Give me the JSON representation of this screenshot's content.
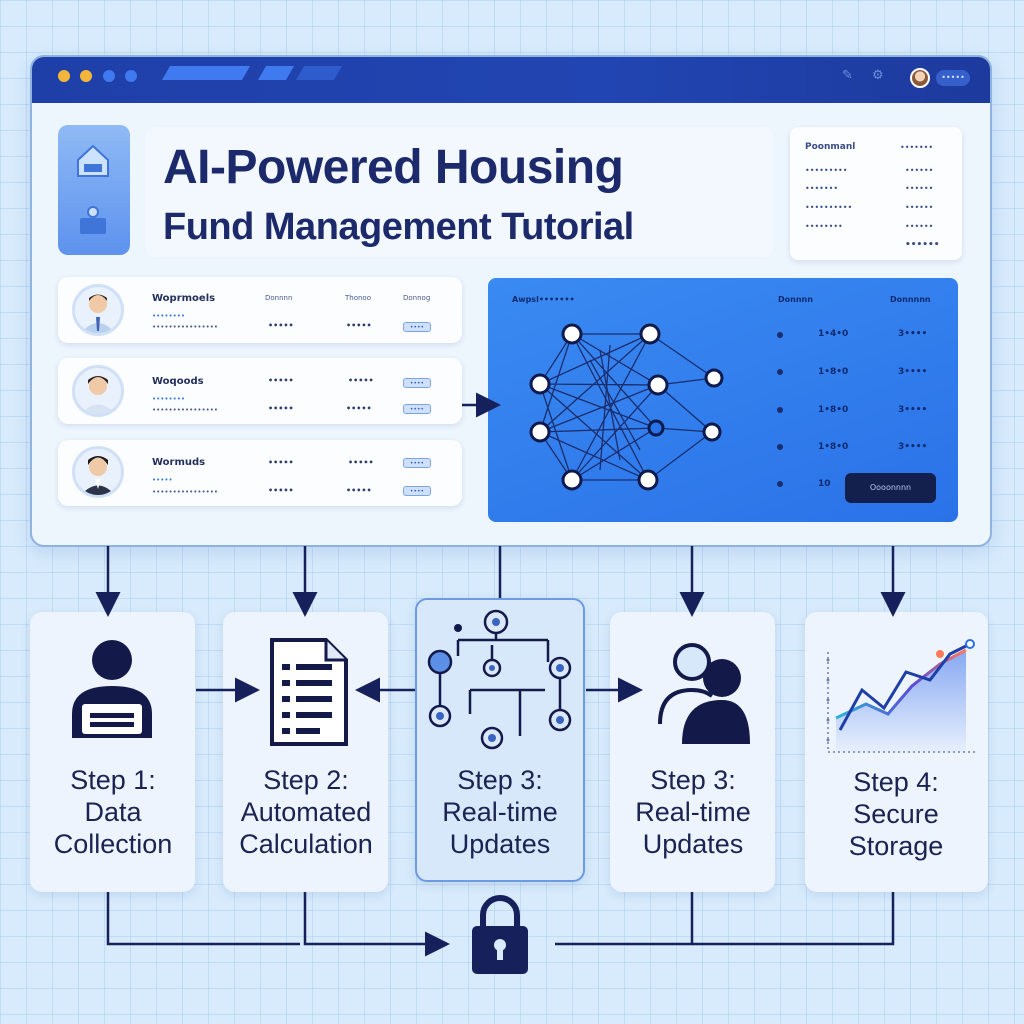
{
  "title": {
    "line1": "AI-Powered Housing",
    "line2": "Fund Management Tutorial"
  },
  "titlebar": {
    "search_badge": "•••••",
    "dot_colors": [
      "#f4b63a",
      "#f4b63a",
      "#3f7af0",
      "#3f7af0"
    ]
  },
  "summary": {
    "heading": "Poonmanl",
    "heading_value": "•••••••",
    "rows": [
      {
        "label": "•••••••••",
        "value": "••••••"
      },
      {
        "label": "•••••••",
        "value": "••••••"
      },
      {
        "label": "••••••••••",
        "value": "••••••"
      },
      {
        "label": "••••••••",
        "value": "••••••"
      }
    ],
    "total": "••••••"
  },
  "profiles": [
    {
      "name": "Woprmoels",
      "sub": "••••••••",
      "desc": "••••••••••••••••",
      "col_head_1": "Donnnn",
      "col_head_2": "Thonoo",
      "col_head_3": "Donnog",
      "v1": "•••••",
      "v2": "•••••",
      "chip": "••••"
    },
    {
      "name": "Woqoods",
      "sub": "••••••••",
      "desc": "••••••••••••••••",
      "v0": "•••••",
      "v0b": "•••••",
      "v1": "•••••",
      "v2": "•••••",
      "chip": "••••"
    },
    {
      "name": "Wormuds",
      "sub": "•••••",
      "desc": "••••••••••••••••",
      "v0": "•••••",
      "v0b": "•••••",
      "v1": "•••••",
      "v2": "•••••",
      "chip": "••••"
    }
  ],
  "analytics": {
    "label": "Awpsl•••••••",
    "col_head_1": "Donnnn",
    "col_head_2": "Donnnnn",
    "rows": [
      {
        "a": "1•4•0",
        "b": "3••••"
      },
      {
        "a": "1•8•0",
        "b": "3••••"
      },
      {
        "a": "1•8•0",
        "b": "3••••"
      },
      {
        "a": "1•8•0",
        "b": "3••••"
      },
      {
        "a": "10",
        "b": ""
      }
    ],
    "button": "Oooonnnn"
  },
  "steps": [
    {
      "line1": "Step 1:",
      "line2": "Data",
      "line3": "Collection"
    },
    {
      "line1": "Step 2:",
      "line2": "Automated",
      "line3": "Calculation"
    },
    {
      "line1": "Step 3:",
      "line2": "Real-time",
      "line3": "Updates"
    },
    {
      "line1": "Step 3:",
      "line2": "Real-time",
      "line3": "Updates"
    },
    {
      "line1": "Step 4:",
      "line2": "Secure",
      "line3": "Storage"
    }
  ],
  "colors": {
    "accent": "#2a72e8",
    "navy": "#1b2353",
    "titlebar": "#1f3fa8"
  }
}
